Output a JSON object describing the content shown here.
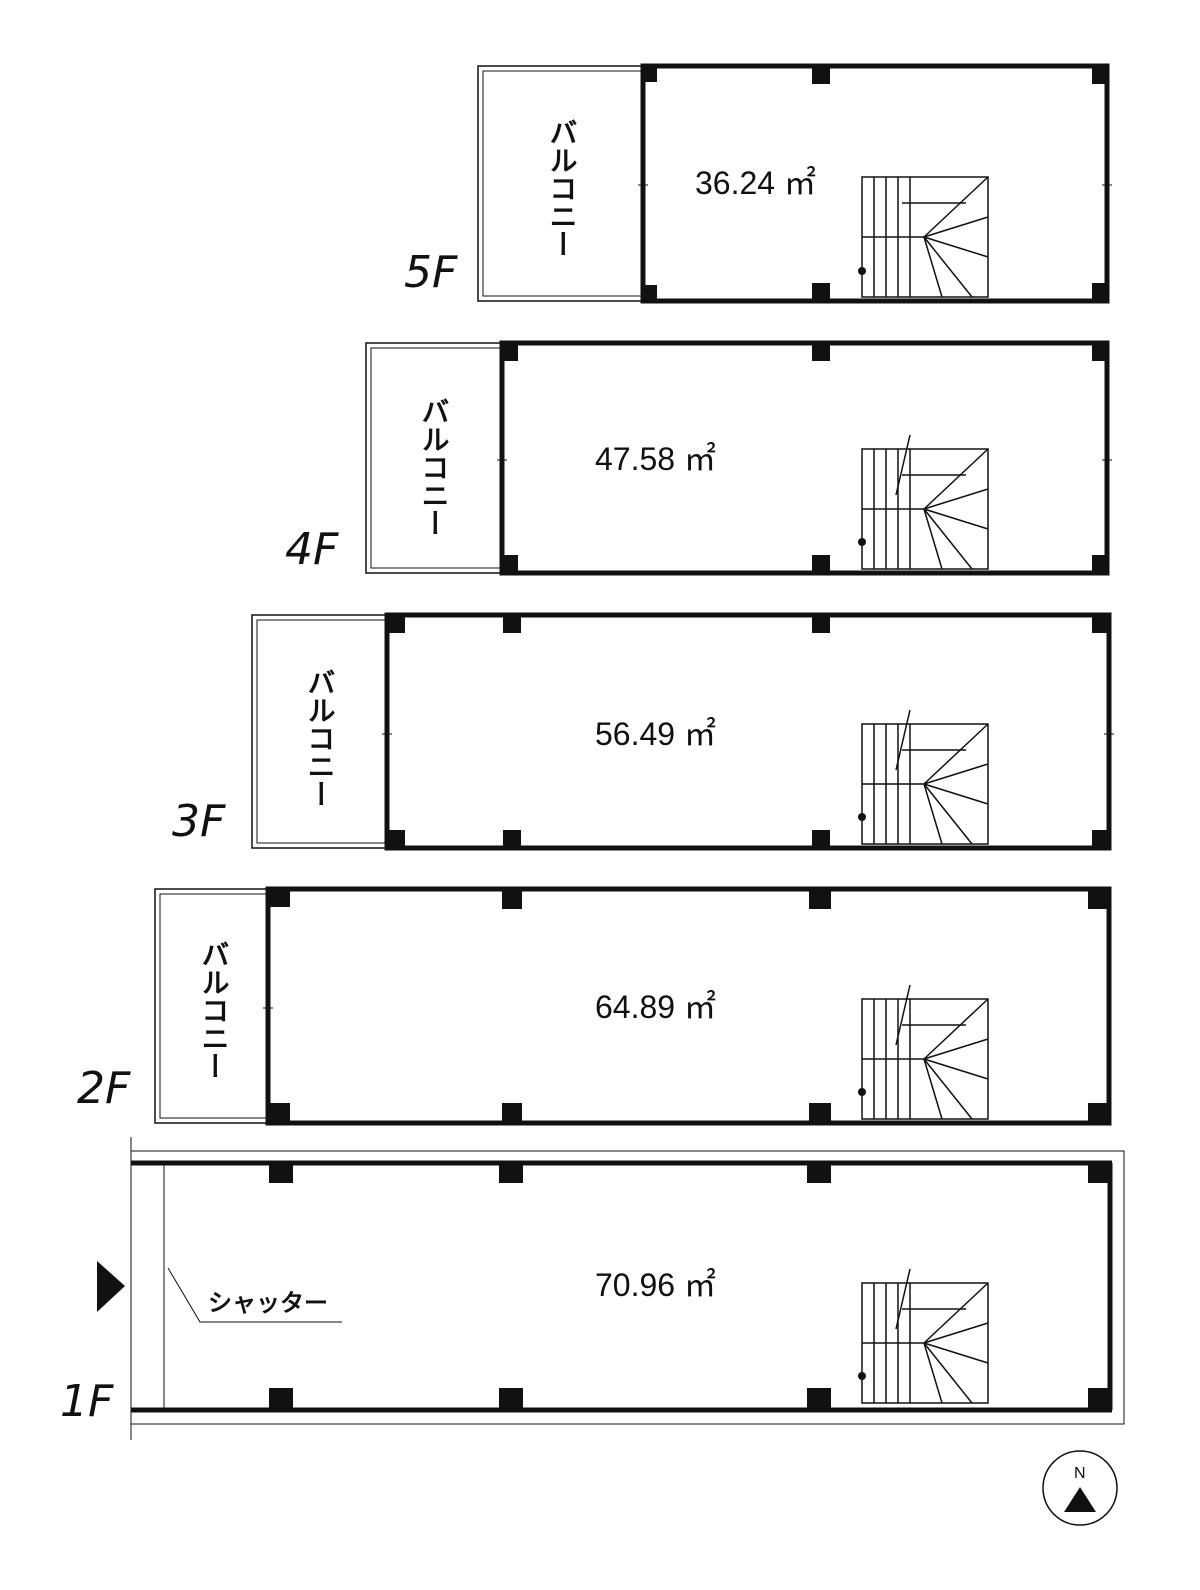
{
  "floors": [
    {
      "id": "5f",
      "label": "5F",
      "area": "36.24 ㎡",
      "balcony": "バルコニー"
    },
    {
      "id": "4f",
      "label": "4F",
      "area": "47.58 ㎡",
      "balcony": "バルコニー"
    },
    {
      "id": "3f",
      "label": "3F",
      "area": "56.49 ㎡",
      "balcony": "バルコニー"
    },
    {
      "id": "2f",
      "label": "2F",
      "area": "64.89 ㎡",
      "balcony": "バルコニー"
    },
    {
      "id": "1f",
      "label": "1F",
      "area": "70.96 ㎡",
      "shutter": "シャッター"
    }
  ],
  "compass": {
    "label": "N"
  },
  "icons": {
    "entrance": "entrance-arrow-icon",
    "north": "north-arrow-icon",
    "stairs": "staircase-icon"
  }
}
